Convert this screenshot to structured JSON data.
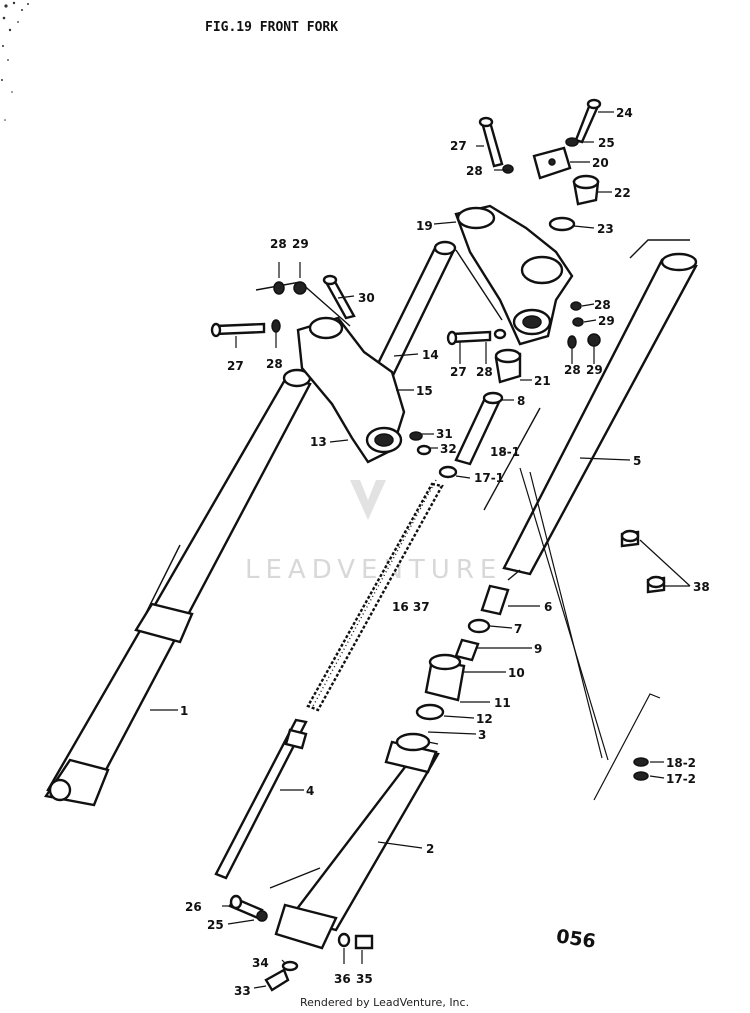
{
  "title": "FIG.19  FRONT FORK",
  "page_number": "056",
  "footer": "Rendered by LeadVenture, Inc.",
  "watermark": "LEADVENTURE",
  "callouts": [
    {
      "id": "c24",
      "text": "24"
    },
    {
      "id": "c25a",
      "text": "25"
    },
    {
      "id": "c27a",
      "text": "27"
    },
    {
      "id": "c20",
      "text": "20"
    },
    {
      "id": "c28a",
      "text": "28"
    },
    {
      "id": "c22",
      "text": "22"
    },
    {
      "id": "c19",
      "text": "19"
    },
    {
      "id": "c23",
      "text": "23"
    },
    {
      "id": "c28b",
      "text": "28"
    },
    {
      "id": "c29a",
      "text": "29"
    },
    {
      "id": "c30",
      "text": "30"
    },
    {
      "id": "c28c",
      "text": "28"
    },
    {
      "id": "c29b",
      "text": "29"
    },
    {
      "id": "c27b",
      "text": "27"
    },
    {
      "id": "c28d",
      "text": "28"
    },
    {
      "id": "c14",
      "text": "14"
    },
    {
      "id": "c27c",
      "text": "27"
    },
    {
      "id": "c28e",
      "text": "28"
    },
    {
      "id": "c21",
      "text": "21"
    },
    {
      "id": "c28f",
      "text": "28"
    },
    {
      "id": "c29c",
      "text": "29"
    },
    {
      "id": "c15",
      "text": "15"
    },
    {
      "id": "c8",
      "text": "8"
    },
    {
      "id": "c13",
      "text": "13"
    },
    {
      "id": "c31",
      "text": "31"
    },
    {
      "id": "c32",
      "text": "32"
    },
    {
      "id": "c18_1",
      "text": "18-1"
    },
    {
      "id": "c5",
      "text": "5"
    },
    {
      "id": "c17_1",
      "text": "17-1"
    },
    {
      "id": "c38",
      "text": "38"
    },
    {
      "id": "c6",
      "text": "6"
    },
    {
      "id": "c16_37",
      "text": "16 37"
    },
    {
      "id": "c7",
      "text": "7"
    },
    {
      "id": "c9",
      "text": "9"
    },
    {
      "id": "c10",
      "text": "10"
    },
    {
      "id": "c11",
      "text": "11"
    },
    {
      "id": "c1",
      "text": "1"
    },
    {
      "id": "c12",
      "text": "12"
    },
    {
      "id": "c3",
      "text": "3"
    },
    {
      "id": "c18_2",
      "text": "18-2"
    },
    {
      "id": "c17_2",
      "text": "17-2"
    },
    {
      "id": "c4",
      "text": "4"
    },
    {
      "id": "c2",
      "text": "2"
    },
    {
      "id": "c26",
      "text": "26"
    },
    {
      "id": "c25b",
      "text": "25"
    },
    {
      "id": "c34",
      "text": "34"
    },
    {
      "id": "c36",
      "text": "36"
    },
    {
      "id": "c35",
      "text": "35"
    },
    {
      "id": "c33",
      "text": "33"
    }
  ]
}
